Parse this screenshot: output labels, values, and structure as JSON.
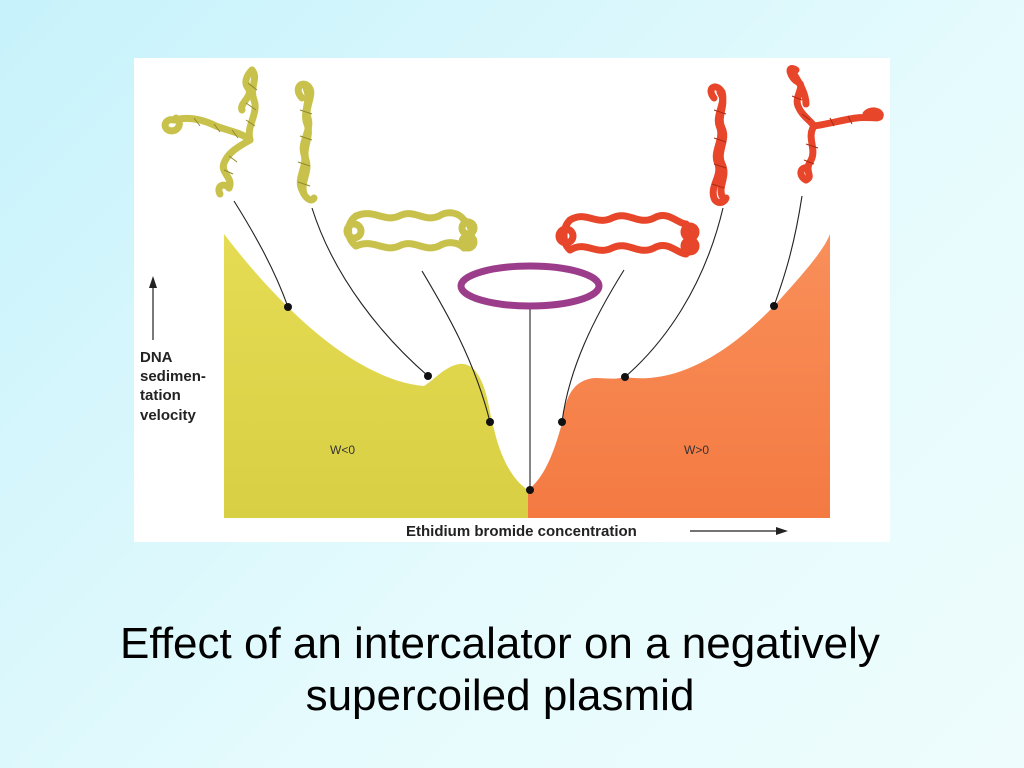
{
  "figure": {
    "y_axis_label_lines": [
      "DNA",
      "sedimen-",
      "tation",
      "velocity"
    ],
    "x_axis_label": "Ethidium bromide concentration",
    "region_left_label": "W<0",
    "region_right_label": "W>0",
    "colors": {
      "left_region": "#e0d650",
      "right_region": "#f7834d",
      "left_coil": "#c8c24c",
      "right_coil": "#e8462a",
      "relaxed_circle": "#9c3d8c",
      "leader_line": "#222222"
    },
    "icons": [
      "negatively-supercoiled-branched-icon",
      "negatively-supercoiled-interwound-icon",
      "partially-supercoiled-loop-icon",
      "relaxed-circle-icon",
      "positively-supercoiled-loop-icon",
      "positively-supercoiled-interwound-icon",
      "positively-supercoiled-branched-icon"
    ]
  },
  "caption": {
    "line1": "Effect of an intercalator on a negatively",
    "line2": "supercoiled plasmid"
  }
}
